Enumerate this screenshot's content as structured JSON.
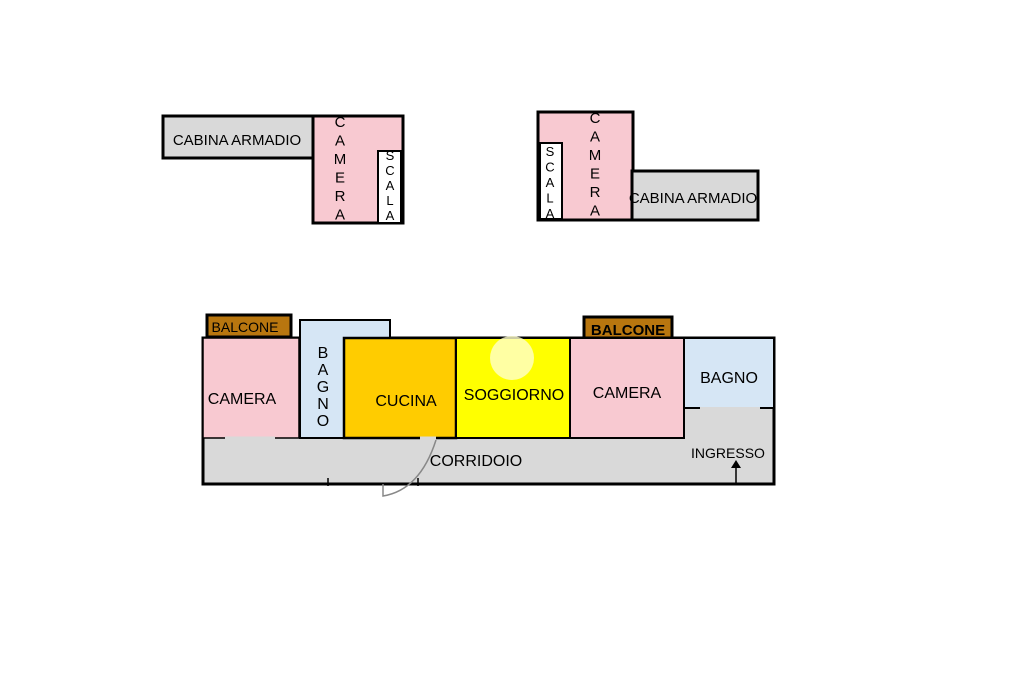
{
  "floorplan": {
    "upper_left": {
      "walk_in_closet": "CABINA ARMADIO",
      "bedroom": "CAMERA",
      "stair": "SCALA"
    },
    "upper_right": {
      "stair": "SCALA",
      "bedroom": "CAMERA",
      "walk_in_closet": "CABINA ARMADIO"
    },
    "main": {
      "balcony_left": "BALCONE",
      "balcony_right": "BALCONE",
      "bedroom_left": "CAMERA",
      "bathroom_vertical": "BAGNO",
      "kitchen": "CUCINA",
      "living_room": "SOGGIORNO",
      "bedroom_right": "CAMERA",
      "bathroom": "BAGNO",
      "corridor": "CORRIDOIO",
      "entrance": "INGRESSO"
    }
  },
  "colors": {
    "bedroom": "#f8c9d1",
    "closet": "#d9d9d9",
    "bathroom": "#d6e6f5",
    "kitchen": "#ffcc00",
    "living": "#ffff00",
    "balcony": "#b8760f",
    "corridor": "#d9d9d9"
  }
}
